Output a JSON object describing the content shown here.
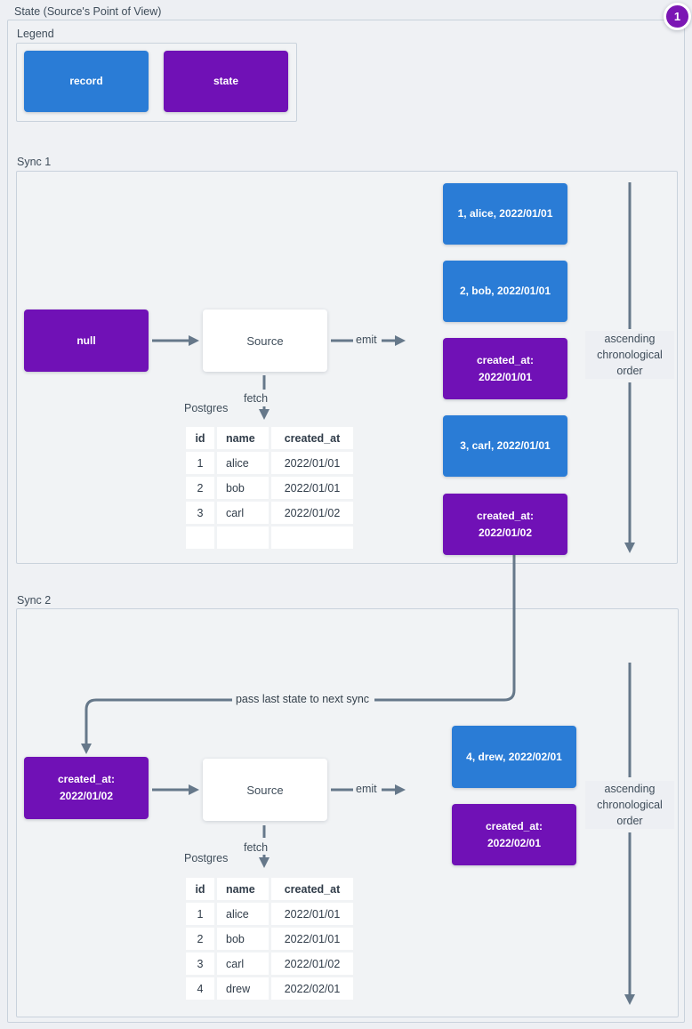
{
  "page": {
    "title": "State (Source's Point of View)",
    "badge": "1"
  },
  "colors": {
    "record": "#2a7cd6",
    "state": "#7011b6",
    "badge": "#7b16b4",
    "arrow": "#66788a",
    "border": "#c9d2dc",
    "background": "#edeff3",
    "text": "#3f4d5a"
  },
  "legend": {
    "title": "Legend",
    "items": [
      {
        "type": "record",
        "label": "record"
      },
      {
        "type": "state",
        "label": "state"
      }
    ]
  },
  "sync1": {
    "title": "Sync 1",
    "input_state": "null",
    "source": "Source",
    "emit": "emit",
    "fetch": "fetch",
    "database": "Postgres",
    "order_note": "ascending chronological order",
    "stream": [
      {
        "type": "record",
        "label": "1, alice, 2022/01/01"
      },
      {
        "type": "record",
        "label": "2, bob, 2022/01/01"
      },
      {
        "type": "state",
        "label": "created_at: 2022/01/01"
      },
      {
        "type": "record",
        "label": "3, carl, 2022/01/01"
      },
      {
        "type": "state",
        "label": "created_at: 2022/01/02"
      }
    ],
    "table": {
      "headers": [
        "id",
        "name",
        "created_at"
      ],
      "rows": [
        [
          "1",
          "alice",
          "2022/01/01"
        ],
        [
          "2",
          "bob",
          "2022/01/01"
        ],
        [
          "3",
          "carl",
          "2022/01/02"
        ],
        [
          "",
          "",
          ""
        ]
      ]
    }
  },
  "connector": {
    "label": "pass last state to next sync"
  },
  "sync2": {
    "title": "Sync 2",
    "input_state": "created_at: 2022/01/02",
    "source": "Source",
    "emit": "emit",
    "fetch": "fetch",
    "database": "Postgres",
    "order_note": "ascending chronological order",
    "stream": [
      {
        "type": "record",
        "label": "4, drew, 2022/02/01"
      },
      {
        "type": "state",
        "label": "created_at: 2022/02/01"
      }
    ],
    "table": {
      "headers": [
        "id",
        "name",
        "created_at"
      ],
      "rows": [
        [
          "1",
          "alice",
          "2022/01/01"
        ],
        [
          "2",
          "bob",
          "2022/01/01"
        ],
        [
          "3",
          "carl",
          "2022/01/02"
        ],
        [
          "4",
          "drew",
          "2022/02/01"
        ]
      ]
    }
  }
}
